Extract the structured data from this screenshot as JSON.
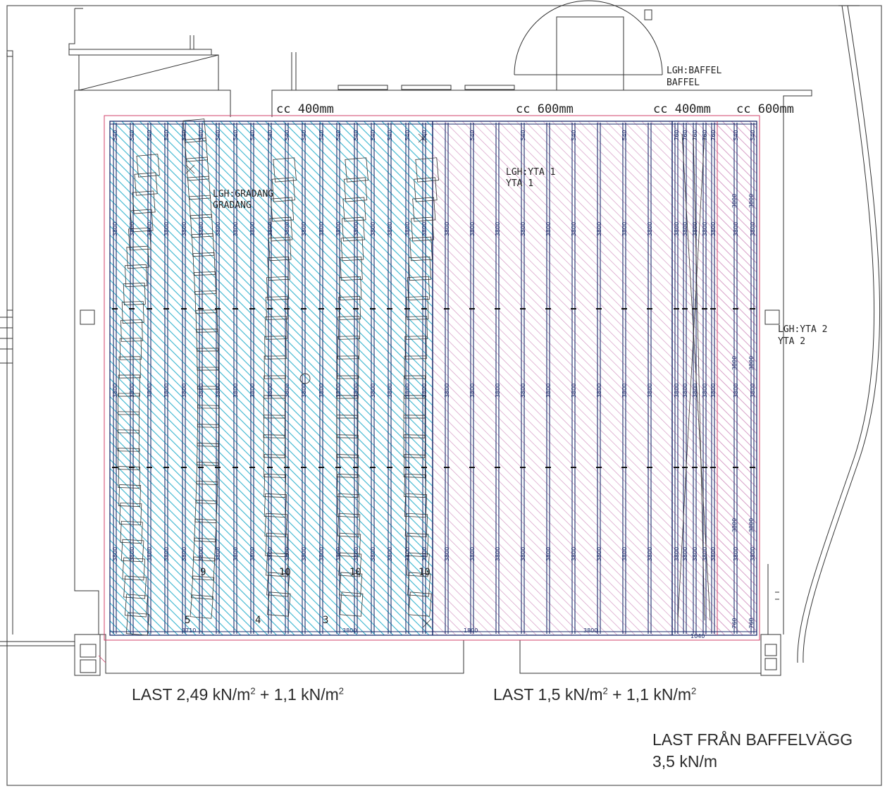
{
  "spacing_labels": {
    "blue_zone": "cc 400mm",
    "pink_zone": "cc 600mm",
    "narrow_zone": "cc 400mm",
    "edge_zone": "cc 600mm"
  },
  "zone_labels": {
    "baffel_1": "LGH:BAFFEL",
    "baffel_2": "BAFFEL",
    "gradang_1": "LGH:GRADANG",
    "gradang_2": "GRADANG",
    "yta1_1": "LGH:YTA 1",
    "yta1_2": "YTA 1",
    "yta2_1": "LGH:YTA 2",
    "yta2_2": "YTA 2"
  },
  "dimensions": {
    "span": "3800",
    "top_short": "540",
    "end_short": "760",
    "bottom_left": "3710",
    "bottom_mid": "3800",
    "bottom_pink_1": "1800",
    "bottom_pink_2": "3800",
    "bottom_right": "1040"
  },
  "step_numbers": [
    "5",
    "4",
    "3",
    "9",
    "10",
    "10",
    "10"
  ],
  "loads": {
    "left": {
      "prefix": "LAST 2,49 kN/m",
      "sup1": "2",
      "mid": " + 1,1 kN/m",
      "sup2": "2"
    },
    "right": {
      "prefix": "LAST 1,5 kN/m",
      "sup1": "2",
      "mid": " + 1,1 kN/m",
      "sup2": "2"
    },
    "baffle_title": "LAST FRÅN BAFFELVÄGG",
    "baffle_value": "3,5 kN/m"
  },
  "colors": {
    "blue_hatch": "#3ab5cf",
    "pink_hatch": "#d59bc4",
    "beam": "#1a2a6a",
    "outline": "#333333",
    "zone_border": "#d0406a"
  }
}
